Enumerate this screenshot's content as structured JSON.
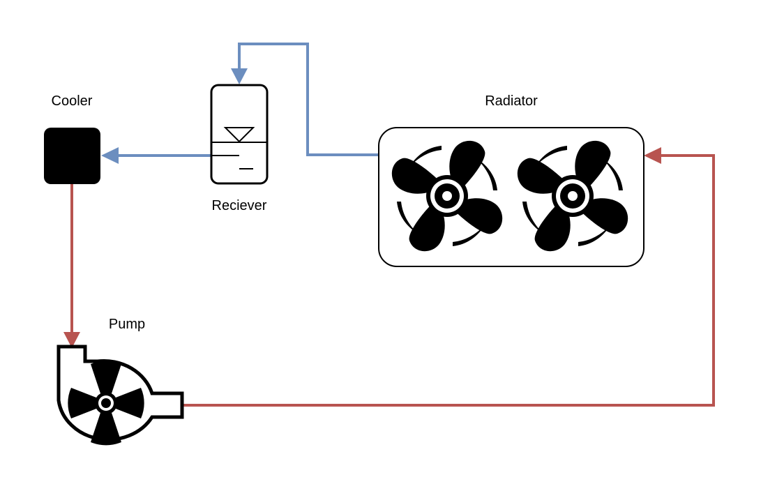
{
  "components": {
    "cooler": {
      "label": "Cooler"
    },
    "receiver": {
      "label": "Reciever"
    },
    "radiator": {
      "label": "Radiator"
    },
    "pump": {
      "label": "Pump"
    }
  },
  "colors": {
    "cold_line": "#6c8ebf",
    "hot_line": "#b85450",
    "outline": "#000000",
    "background": "#ffffff"
  },
  "connections": [
    {
      "from": "radiator",
      "to": "receiver",
      "color": "cold_line"
    },
    {
      "from": "receiver",
      "to": "cooler",
      "color": "cold_line"
    },
    {
      "from": "cooler",
      "to": "pump",
      "color": "hot_line"
    },
    {
      "from": "pump",
      "to": "radiator",
      "color": "hot_line"
    }
  ]
}
